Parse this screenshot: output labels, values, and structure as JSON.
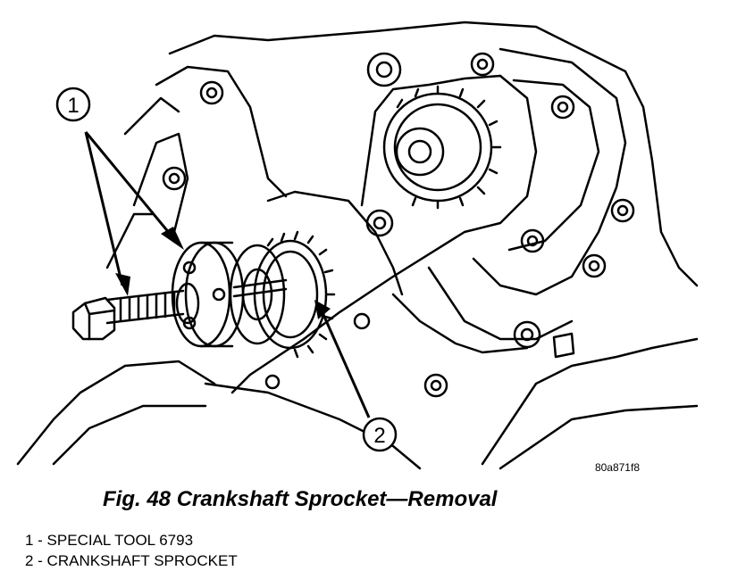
{
  "figure": {
    "reference_code": "80a871f8",
    "caption": "Fig. 48 Crankshaft Sprocket—Removal",
    "callouts": [
      {
        "number": "1",
        "label": "1 - SPECIAL TOOL 6793"
      },
      {
        "number": "2",
        "label": "2 - CRANKSHAFT SPROCKET"
      }
    ]
  },
  "colors": {
    "line": "#000000",
    "background": "#ffffff"
  }
}
